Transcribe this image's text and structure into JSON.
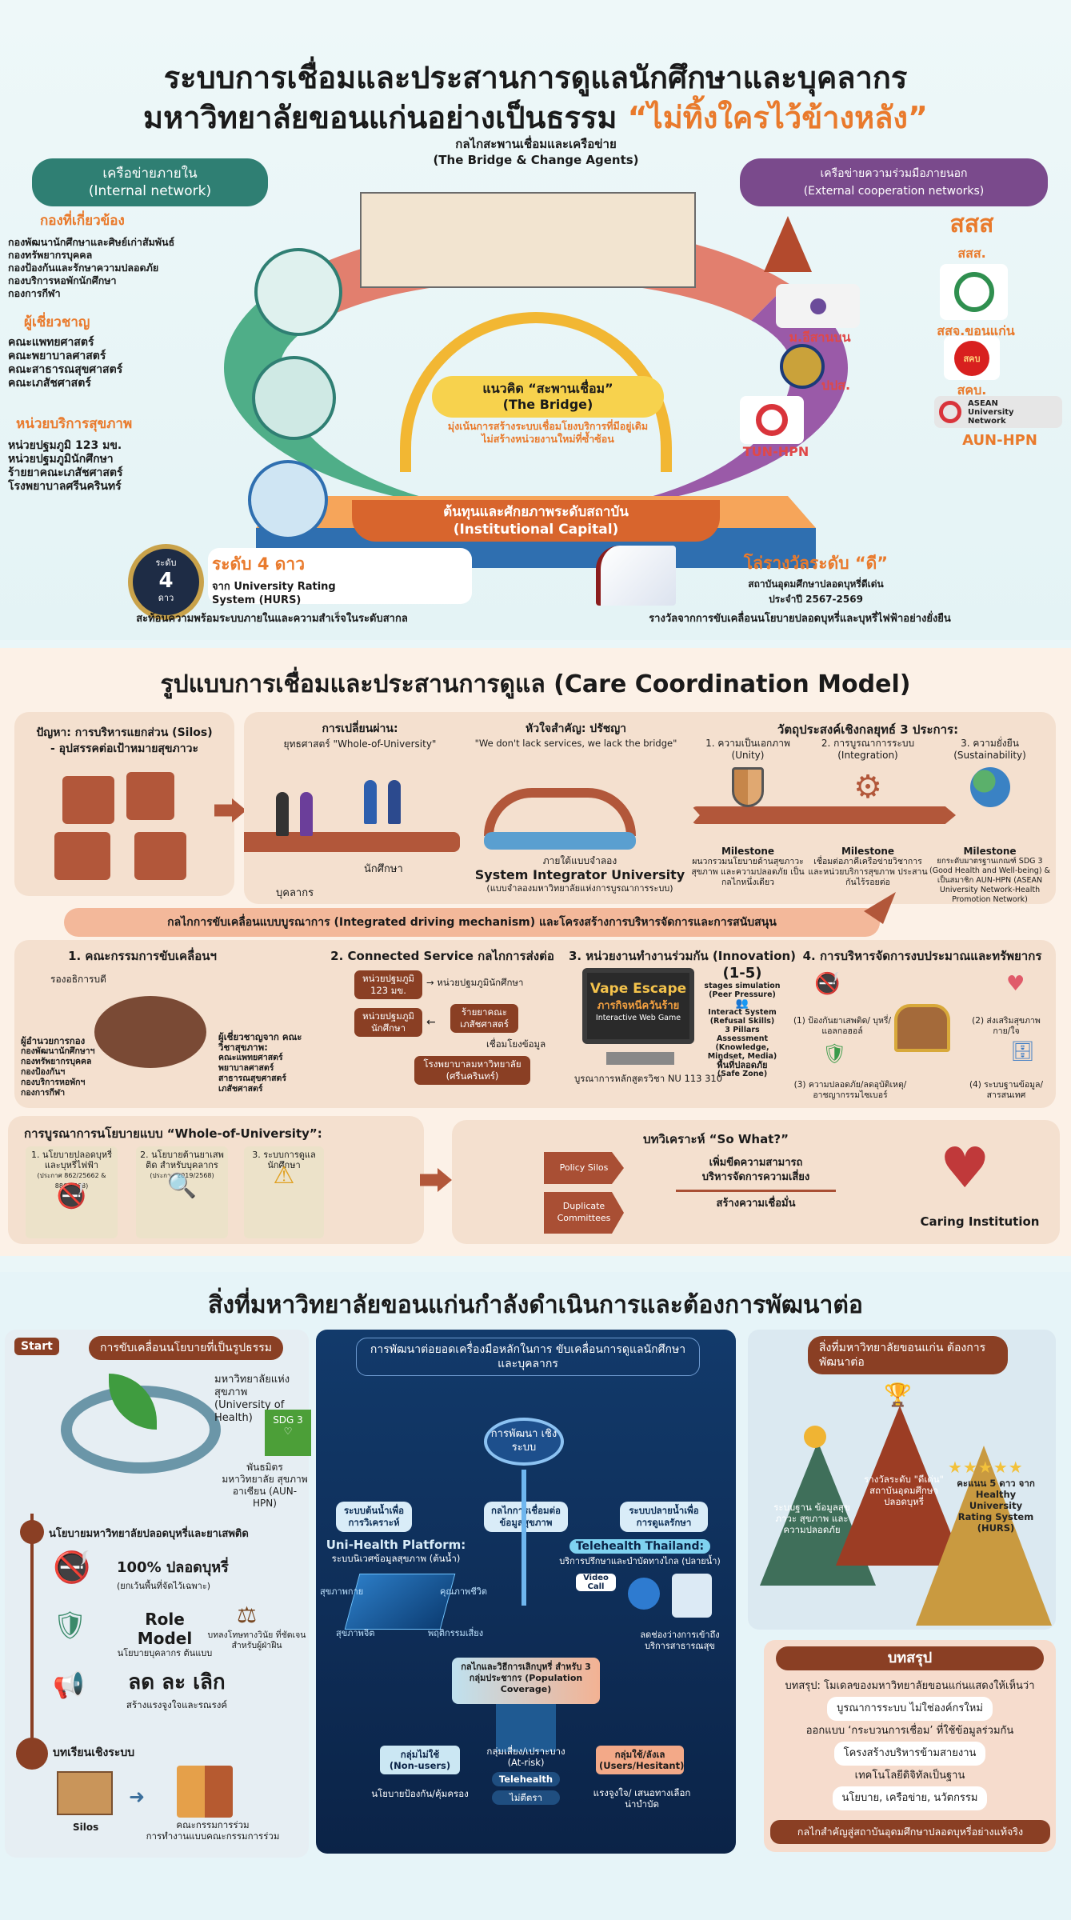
{
  "section1": {
    "title_line1": "ระบบการเชื่อมและประสานการดูแลนักศึกษาและบุคลากร",
    "title_line2": "มหาวิทยาลัยขอนแก่นอย่างเป็นธรรม",
    "title_highlight": "“ไม่ทิ้งใครไว้ข้างหลัง”",
    "mechanism_th": "กลไกสะพานเชื่อมและเครือข่าย",
    "mechanism_en": "(The Bridge & Change Agents)",
    "internal": {
      "th": "เครือข่ายภายใน",
      "en": "(Internal network)",
      "groups": [
        {
          "heading": "กองที่เกี่ยวข้อง",
          "items": [
            "กองพัฒนานักศึกษาและศิษย์เก่าสัมพันธ์",
            "กองทรัพยากรบุคคล",
            "กองป้องกันและรักษาความปลอดภัย",
            "กองบริการหอพักนักศึกษา",
            "กองการกีฬา"
          ]
        },
        {
          "heading": "ผู้เชี่ยวชาญ",
          "items": [
            "คณะแพทยศาสตร์",
            "คณะพยาบาลศาสตร์",
            "คณะสาธารณสุขศาสตร์",
            "คณะเภสัชศาสตร์"
          ]
        },
        {
          "heading": "หน่วยบริการสุขภาพ",
          "items": [
            "หน่วยปฐมภูมิ 123 มข.",
            "หน่วยปฐมภูมินักศึกษา",
            "ร้ายยาคณะเภสัชศาสตร์",
            "โรงพยาบาลศรีนครินทร์"
          ]
        }
      ]
    },
    "external": {
      "th": "เครือข่ายความร่วมมือภายนอก",
      "en": "(External cooperation networks)",
      "inner_orgs": [
        "ม.อีสานบน",
        "ปปส.",
        "TUN-HPN"
      ],
      "outer_orgs": [
        "สสส.",
        "สสจ.ขอนแก่น",
        "สคบ.",
        "AUN-HPN"
      ],
      "logo_text": {
        "thaihealth": "สสส",
        "ocpb": "สคบ",
        "asean": [
          "ASEAN",
          "University",
          "Network"
        ]
      }
    },
    "bridge_concept": {
      "th": "แนวคิด “สะพานเชื่อม”",
      "en": "(The Bridge)",
      "desc1": "มุ่งเน้นการสร้างระบบเชื่อมโยงบริการที่มีอยู่เดิม",
      "desc2": "ไม่สร้างหน่วยงานใหม่ที่ซ้ำซ้อน"
    },
    "capital": {
      "th": "ต้นทุนและศักยภาพระดับสถาบัน",
      "en": "(Institutional Capital)"
    },
    "badge_left": {
      "seal_top": "ระดับ",
      "seal_num": "4",
      "seal_bottom": "ดาว",
      "title": "ระดับ 4 ดาว",
      "line1": "จาก University Rating",
      "line2": "System (HURS)",
      "caption": "สะท้อนความพร้อมระบบภายในและความสำเร็จในระดับสากล"
    },
    "badge_right": {
      "title": "โล่รางวัลระดับ “ดี”",
      "line1": "สถาบันอุดมศึกษาปลอดบุหรี่ดีเด่น",
      "line2": "ประจำปี 2567-2569",
      "caption": "รางวัลจากการขับเคลื่อนนโยบายปลอดบุหรี่และบุหรี่ไฟฟ้าอย่างยั่งยืน"
    }
  },
  "section2": {
    "title": "รูปแบบการเชื่อมและประสานการดูแล (Care Coordination Model)",
    "problem": {
      "line1": "ปัญหา: การบริหารแยกส่วน (Silos)",
      "line2": "- อุปสรรคต่อเป้าหมายสุขภาวะ"
    },
    "transition": {
      "heading": "การเปลี่ยนผ่าน:",
      "sub": "ยุทธศาสตร์ \"Whole-of-University\"",
      "students": "นักศึกษา",
      "staff": "บุคลากร"
    },
    "core": {
      "heading": "หัวใจสำคัญ: ปรัชญา",
      "quote": "\"We don't lack services, we lack the bridge\"",
      "under": "ภายใต้แบบจำลอง",
      "model": "System Integrator University",
      "model_th": "(แบบจำลองมหาวิทยาลัยแห่งการบูรณาการระบบ)"
    },
    "objectives": {
      "heading": "วัตถุประสงค์เชิงกลยุทธ์ 3 ประการ:",
      "items": [
        {
          "title": "1. ความเป็นเอกภาพ",
          "en": "(Unity)",
          "milestone": "Milestone",
          "desc": "ผนวกรวมนโยบายด้านสุขภาวะ สุขภาพ และความปลอดภัย เป็นกลไกหนึ่งเดียว"
        },
        {
          "title": "2. การบูรณาการระบบ",
          "en": "(Integration)",
          "milestone": "Milestone",
          "desc": "เชื่อมต่อภาคีเครือข่ายวิชาการและหน่วยบริการสุขภาพ ประสานกันไร้รอยต่อ"
        },
        {
          "title": "3. ความยั่งยืน",
          "en": "(Sustainability)",
          "milestone": "Milestone",
          "desc": "ยกระดับมาตรฐานเกณฑ์ SDG 3 (Good Health and Well-being) & เป็นสมาชิก AUN-HPN (ASEAN University Network-Health Promotion Network)"
        }
      ]
    },
    "banner": "กลไกการขับเคลื่อนแบบบูรณาการ (Integrated driving mechanism) และโครงสร้างการบริหารจัดการและการสนับสนุน",
    "committee": {
      "title": "1. คณะกรรมการขับเคลื่อนฯ",
      "vp": "รองอธิการบดี",
      "directors_h": "ผู้อำนวยการกอง",
      "directors": [
        "กองพัฒนานักศึกษาฯ",
        "กองทรัพยากรบุคคล",
        "กองป้องกันฯ",
        "กองบริการหอพักฯ",
        "กองการกีฬา"
      ],
      "experts_h": "ผู้เชี่ยวชาญจาก คณะวิชาสุขภาพ:",
      "experts": [
        "คณะแพทยศาสตร์",
        "พยาบาลศาสตร์",
        "สาธารณสุขศาสตร์",
        "เภสัชศาสตร์"
      ]
    },
    "connected": {
      "title": "2. Connected Service กลไกการส่งต่อ",
      "box1": "หน่วยปฐมภูมิ 123 มข.",
      "text1": "หน่วยปฐมภูมินักศึกษา",
      "box2": "หน่วยปฐมภูมิ นักศึกษา",
      "box3": "ร้ายยาคณะ เภสัชศาสตร์",
      "link": "เชื่อมโยงข้อมูล",
      "box4": "โรงพยาบาลมหาวิทยาลัย (ศรีนครินทร์)"
    },
    "innovation": {
      "title": "3. หน่วยงานทำงานร่วมกัน (Innovation)",
      "game1": "Vape Escape",
      "game2": "ภารกิจหนีควันร้าย",
      "game3": "Interactive Web Game",
      "stages": "(1-5)",
      "stages_sub": "stages simulation",
      "stages_sub2": "(Peer Pressure)",
      "interact": "Interact System",
      "interact_sub": "(Refusal Skills)",
      "pillars": "3 Pillars Assessment",
      "pillars_sub": "(Knowledge, Mindset, Media)",
      "safe": "พื้นที่ปลอดภัย",
      "safe_sub": "(Safe Zone)",
      "course": "บูรณาการหลักสูตรวิชา NU 113 310"
    },
    "budget": {
      "title": "4. การบริหารจัดการงบประมาณและทรัพยากร",
      "items": [
        "(1) ป้องกันยาเสพติด/ บุหรี่/แอลกอฮอล์",
        "(2) ส่งเสริมสุขภาพ กาย/ใจ",
        "(3) ความปลอดภัย/ลดอุบัติเหตุ/ อาชญากรรมไซเบอร์",
        "(4) ระบบฐานข้อมูล/ สารสนเทศ"
      ]
    },
    "policy": {
      "heading": "การบูรณาการนโยบายแบบ “Whole-of-University”:",
      "items": [
        {
          "title": "1. นโยบายปลอดบุหรี่ และบุหรี่ไฟฟ้า",
          "ref": "(ประกาศ 862/25662 & 886/2568)"
        },
        {
          "title": "2. นโยบายต้านยาเสพติด สำหรับบุคลากร",
          "ref": "(ประกาศ 2019/2568)"
        },
        {
          "title": "3. ระบบการดูแล นักศึกษา",
          "ref": ""
        }
      ]
    },
    "sowhat": {
      "heading": "บทวิเคราะห์ “So What?”",
      "arrow1": "Policy Silos",
      "arrow2": "Duplicate Committees",
      "line1": "เพิ่มขีดความสามารถ",
      "line2": "บริหารจัดการความเสี่ยง",
      "line3": "สร้างความเชื่อมั่น",
      "result": "Caring Institution"
    }
  },
  "section3": {
    "title": "สิ่งที่มหาวิทยาลัยขอนแก่นกำลังดำเนินการและต้องการพัฒนาต่อ",
    "left": {
      "start": "Start",
      "header": "การขับเคลื่อนนโยบายที่เป็นรูปธรรม",
      "uoh": "มหาวิทยาลัยแห่งสุขภาพ",
      "uoh_en": "(University of Health)",
      "sdg": "SDG 3",
      "aun": "พันธมิตรมหาวิทยาลัย สุขภาพอาเซียน (AUN-HPN)",
      "policy_h": "นโยบายมหาวิทยาลัยปลอดบุหรี่และยาเสพติด",
      "smokefree": "100% ปลอดบุหรี่",
      "smokefree_sub": "(ยกเว้นพื้นที่จัดไว้เฉพาะ)",
      "role": "Role Model",
      "role_sub": "นโยบายบุคลากร ต้นแบบ",
      "penalty": "บทลงโทษทางวินัย ที่ชัดเจนสำหรับผู้ฝ่าฝืน",
      "reduce": "ลด ละ เลิก",
      "reduce_sub": "สร้างแรงจูงใจและรณรงค์",
      "lesson_h": "บทเรียนเชิงระบบ",
      "silos": "Silos",
      "joint": "คณะกรรมการร่วม",
      "joint_sub": "การทำงานแบบคณะกรรมการร่วม"
    },
    "center": {
      "header": "การพัฒนาต่อยอดเครื่องมือหลักในการ ขับเคลื่อนการดูแลนักศึกษาและบุคลากร",
      "hub": "การพัฒนา เชิงระบบ",
      "branches": [
        "ระบบต้นน้ำเพื่อ การวิเคราะห์",
        "กลไกการเชื่อมต่อ ข้อมูลสุขภาพ",
        "ระบบปลายน้ำเพื่อ การดูแลรักษา"
      ],
      "uni_title": "Uni-Health Platform:",
      "uni_sub": "ระบบนิเวศข้อมูลสุขภาพ (ต้นน้ำ)",
      "uni_dims": [
        "สุขภาพกาย",
        "คุณภาพชีวิต",
        "สุขภาพจิต",
        "พฤติกรรมเสี่ยง"
      ],
      "tele_title": "Telehealth Thailand:",
      "tele_sub": "บริการปรึกษาและบำบัดทางไกล (ปลายน้ำ)",
      "video": "Video Call",
      "gap": "ลดช่องว่างการเข้าถึง บริการสาธารณสุข",
      "pop": "กลไกและวิธีการเลิกบุหรี่ สำหรับ 3 กลุ่มประชากร (Population Coverage)",
      "groups": [
        {
          "name": "กลุ่มไม่ใช้",
          "en": "(Non-users)",
          "action": "นโยบายป้องกัน/คุ้มครอง"
        },
        {
          "name": "กลุ่มเสี่ยง/เปราะบาง",
          "en": "(At-risk)",
          "action": "Telehealth",
          "action2": "ไม่ตีตรา"
        },
        {
          "name": "กลุ่มใช้/ลังเล",
          "en": "(Users/Hesitant)",
          "action": "แรงจูงใจ/ เสนอทางเลือกน่าบำบัด"
        }
      ]
    },
    "right": {
      "header": "สิ่งที่มหาวิทยาลัยขอนแก่น ต้องการพัฒนาต่อ",
      "peaks": [
        "ระบบฐาน ข้อมูลสุขภาวะ สุขภาพ และ ความปลอดภัย",
        "รางวัลระดับ \"ดีเด่น\" สถาบันอุดมศึกษา ปลอดบุหรี่",
        "คะแนน 5 ดาว จาก Healthy University Rating System (HURS)"
      ],
      "stars": 5,
      "summary_h": "บทสรุป",
      "summary_intro": "บทสรุป: โมเดลของมหาวิทยาลัยขอนแก่นแสดงให้เห็นว่า",
      "summary_items": [
        "บูรณาการระบบ ไม่ใช่องค์กรใหม่",
        "ออกแบบ ‘กระบวนการเชื่อม’ ที่ใช้ข้อมูลร่วมกัน",
        "โครงสร้างบริหารข้ามสายงาน",
        "เทคโนโลยีดิจิทัลเป็นฐาน",
        "นโยบาย, เครือข่าย, นวัตกรรม"
      ],
      "conclusion": "กลไกสำคัญสู่สถาบันอุดมศึกษาปลอดบุหรี่อย่างแท้จริง"
    }
  },
  "colors": {
    "teal": "#2f7f73",
    "purple": "#7a4a8c",
    "orange": "#e97a2c",
    "brown": "#8a3f24",
    "navy": "#0f2f5c"
  }
}
